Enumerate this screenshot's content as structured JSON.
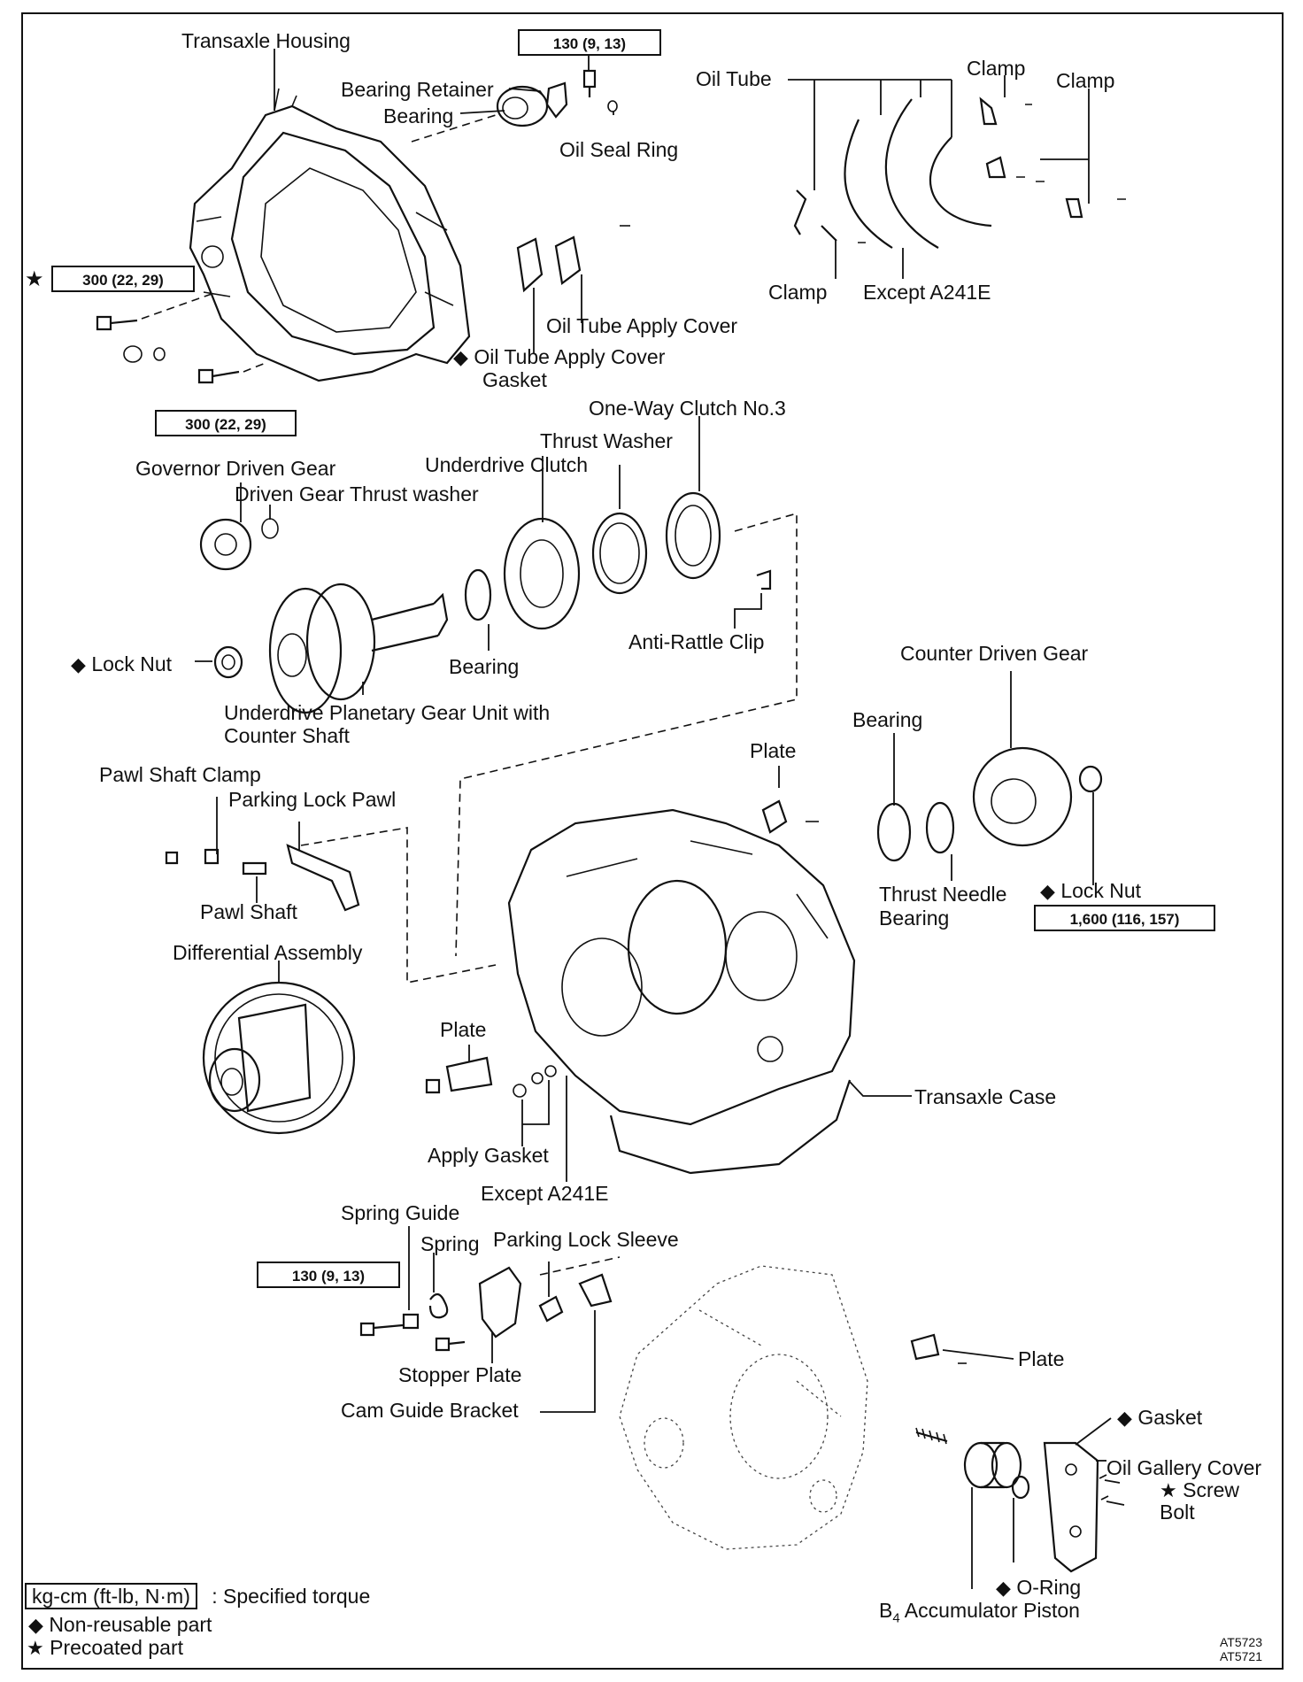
{
  "labels": {
    "transaxle_housing": "Transaxle Housing",
    "bearing_retainer": "Bearing Retainer",
    "bearing_top": "Bearing",
    "oil_seal_ring": "Oil Seal Ring",
    "oil_tube": "Oil Tube",
    "clamp_1": "Clamp",
    "clamp_2": "Clamp",
    "clamp_3": "Clamp",
    "except_a241e_top": "Except A241E",
    "oil_tube_apply_cover": "Oil Tube Apply Cover",
    "oil_tube_apply_cover_gasket_1": "Oil Tube Apply Cover",
    "oil_tube_apply_cover_gasket_2": "Gasket",
    "one_way_clutch_no3": "One-Way Clutch No.3",
    "thrust_washer": "Thrust Washer",
    "underdrive_clutch": "Underdrive Clutch",
    "governor_driven_gear": "Governor Driven Gear",
    "driven_gear_thrust_washer": "Driven Gear Thrust washer",
    "anti_rattle_clip": "Anti-Rattle Clip",
    "lock_nut_left": "Lock Nut",
    "bearing_mid": "Bearing",
    "underdrive_planetary_1": "Underdrive Planetary Gear Unit with",
    "underdrive_planetary_2": "Counter Shaft",
    "counter_driven_gear": "Counter Driven Gear",
    "bearing_right": "Bearing",
    "plate_top": "Plate",
    "thrust_needle_bearing_1": "Thrust Needle",
    "thrust_needle_bearing_2": "Bearing",
    "lock_nut_right": "Lock Nut",
    "pawl_shaft_clamp": "Pawl Shaft Clamp",
    "parking_lock_pawl": "Parking Lock Pawl",
    "pawl_shaft": "Pawl Shaft",
    "differential_assembly": "Differential Assembly",
    "plate_mid": "Plate",
    "transaxle_case": "Transaxle Case",
    "apply_gasket": "Apply Gasket",
    "except_a241e_mid": "Except A241E",
    "spring_guide": "Spring Guide",
    "spring": "Spring",
    "parking_lock_sleeve": "Parking Lock Sleeve",
    "stopper_plate": "Stopper Plate",
    "cam_guide_bracket": "Cam Guide Bracket",
    "plate_bottom": "Plate",
    "gasket": "Gasket",
    "oil_gallery_cover": "Oil Gallery Cover",
    "screw": "Screw",
    "bolt": "Bolt",
    "o_ring": "O-Ring",
    "b4_accumulator_piston_prefix": "B",
    "b4_accumulator_piston_sub": "4",
    "b4_accumulator_piston_suffix": " Accumulator Piston"
  },
  "torques": {
    "top": "130 (9, 13)",
    "housing_left": "300 (22, 29)",
    "housing_bottom": "300 (22, 29)",
    "lock_nut": "1,600 (116, 157)",
    "spring_guide_bolt": "130 (9, 13)"
  },
  "symbols": {
    "diamond": "◆",
    "star": "★"
  },
  "legend": {
    "unit_box": "kg-cm (ft-lb, N·m)",
    "unit_desc": ": Specified torque",
    "non_reusable": "Non-reusable part",
    "precoated": "Precoated part"
  },
  "codes": {
    "code_1": "AT5723",
    "code_2": "AT5721"
  }
}
